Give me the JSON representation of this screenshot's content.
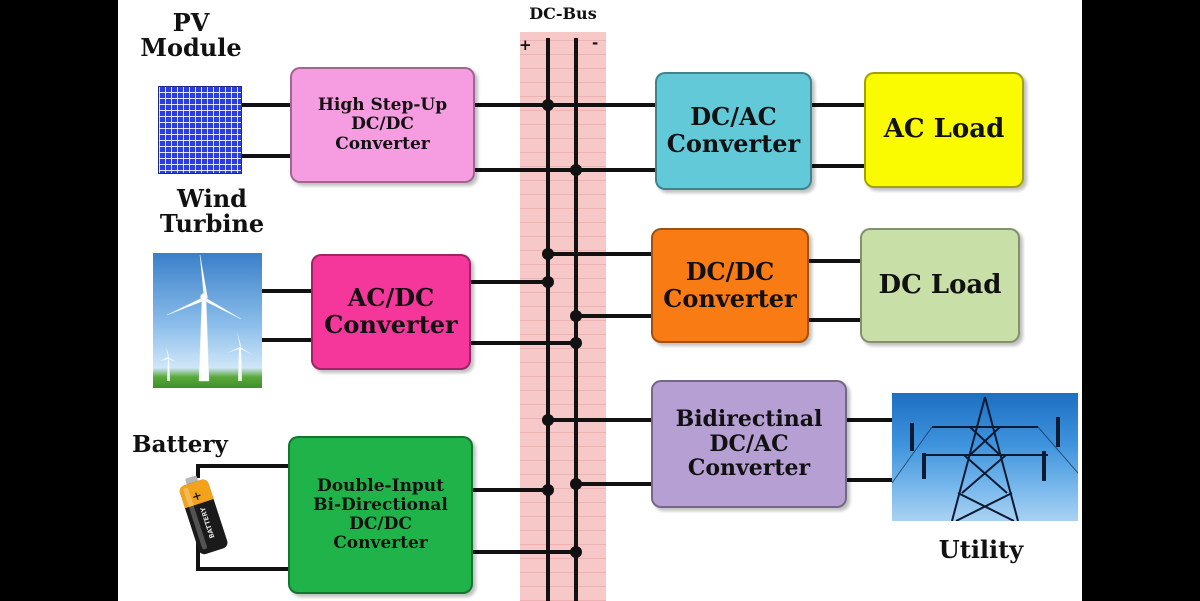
{
  "bus": {
    "title": "DC-Bus",
    "plus": "+",
    "minus": "-"
  },
  "sources": {
    "pv": {
      "label": "PV\nModule",
      "icon": "solar-panel-icon"
    },
    "wind": {
      "label": "Wind\nTurbine",
      "icon": "wind-turbine-icon"
    },
    "battery": {
      "label": "Battery",
      "icon": "battery-icon",
      "battery_text": "BATTERY"
    }
  },
  "converters": {
    "high_step_up": {
      "label": "High Step-Up\nDC/DC\nConverter",
      "color": "#f59de0"
    },
    "ac_dc": {
      "label": "AC/DC\nConverter",
      "color": "#f5369b"
    },
    "double_input": {
      "label": "Double-Input\nBi-Directional\nDC/DC\nConverter",
      "color": "#20b34a"
    },
    "dc_ac": {
      "label": "DC/AC\nConverter",
      "color": "#62c9d8"
    },
    "dc_dc": {
      "label": "DC/DC\nConverter",
      "color": "#f87b14"
    },
    "bidirectional": {
      "label": "Bidirectinal\nDC/AC\nConverter",
      "color": "#b69fd2"
    }
  },
  "loads": {
    "ac_load": {
      "label": "AC Load",
      "color": "#fafa00"
    },
    "dc_load": {
      "label": "DC Load",
      "color": "#c9dfa8"
    },
    "utility": {
      "label": "Utility",
      "icon": "transmission-tower-icon"
    }
  },
  "colors": {
    "bus_band": "#f6c8c8",
    "wire": "#111111"
  }
}
